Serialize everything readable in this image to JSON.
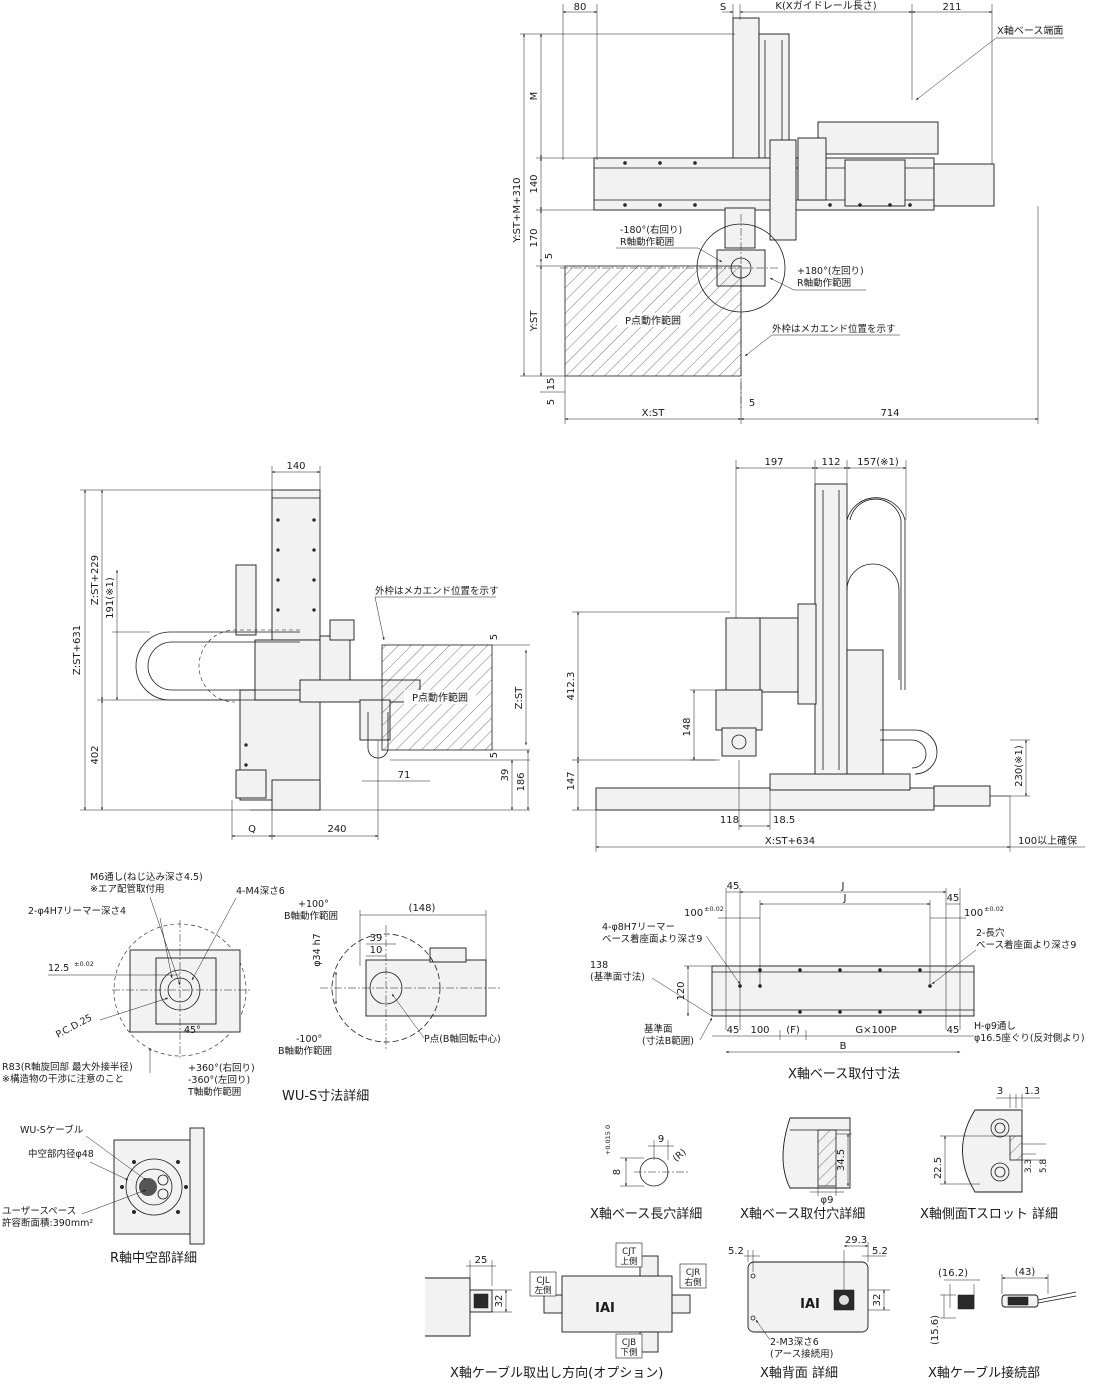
{
  "top_view": {
    "dims": {
      "d80": "80",
      "s": "S",
      "k": "K(Xガイドレール長さ)",
      "d211": "211",
      "m": "M",
      "d140": "140",
      "d170": "170",
      "d5a": "5",
      "yst": "Y:ST",
      "d15": "15",
      "d5b": "5",
      "xst": "X:ST",
      "d5c": "5",
      "d714": "714",
      "ystm": "Y:ST+M+310"
    },
    "notes": {
      "base_end": "X軸ベース端面",
      "r_minus_1": "-180°(右回り)",
      "r_minus_2": "R軸動作範囲",
      "r_plus_1": "+180°(左回り)",
      "r_plus_2": "R軸動作範囲",
      "p_range": "P点動作範囲",
      "mech_end": "外枠はメカエンド位置を示す"
    }
  },
  "front_view": {
    "dims": {
      "d140": "140",
      "zst229": "Z:ST+229",
      "d191": "191(※1)",
      "zst631": "Z:ST+631",
      "d402": "402",
      "d5a": "5",
      "zst": "Z:ST",
      "d5b": "5",
      "d71": "71",
      "d39": "39",
      "d186": "186",
      "q": "Q",
      "d240": "240"
    },
    "notes": {
      "mech_end": "外枠はメカエンド位置を示す",
      "p_range": "P点動作範囲"
    }
  },
  "side_view": {
    "dims": {
      "d197": "197",
      "d112": "112",
      "d157": "157(※1)",
      "d4123": "412.3",
      "d148": "148",
      "d147": "147",
      "d230": "230(※1)",
      "d118": "118",
      "d185": "18.5",
      "xst634": "X:ST+634",
      "d100": "100以上確保"
    }
  },
  "wus_detail": {
    "notes": {
      "m6_1": "M6通し(ねじ込み深さ4.5)",
      "m6_2": "※エア配管取付用",
      "m4": "4-M4深さ6",
      "reamer": "2-φ4H7リーマー深さ4",
      "d125": "12.5",
      "tol002": "±0.02",
      "pcd": "P.C.D.25",
      "ang45": "45°",
      "r83_1": "R83(R軸旋回部 最大外接半径)",
      "r83_2": "※構造物の干渉に注意のこと",
      "t1": "+360°(右回り)",
      "t2": "-360°(左回り)",
      "t3": "T軸動作範囲",
      "b_plus_1": "+100°",
      "b_plus_2": "B軸動作範囲",
      "b_minus_1": "-100°",
      "b_minus_2": "B軸動作範囲",
      "d148": "(148)",
      "d39": "39",
      "d10": "10",
      "phi34": "φ34 h7",
      "p_point": "P点(B軸回転中心)"
    },
    "caption": "WU-S寸法詳細"
  },
  "base_mount": {
    "notes": {
      "d45a": "45",
      "j1": "J",
      "d45b": "45",
      "j2": "J",
      "d100a": "100",
      "tol_a": "±0.02",
      "d100b": "100",
      "tol_b": "±0.02",
      "reamer_1": "4-φ8H7リーマー",
      "reamer_2": "ベース着座面より深さ9",
      "slot_1": "2-長穴",
      "slot_2": "ベース着座面より深さ9",
      "d138_1": "138",
      "d138_2": "(基準面寸法)",
      "d120": "120",
      "ref_1": "基準面",
      "ref_2": "(寸法B範囲)",
      "b45a": "45",
      "b100": "100",
      "bf": "(F)",
      "bg": "G×100P",
      "b45b": "45",
      "bb": "B",
      "hole_1": "H-φ9通し",
      "hole_2": "φ16.5座ぐり(反対側より)"
    },
    "caption": "X軸ベース取付寸法"
  },
  "r_hollow": {
    "notes": {
      "cable": "WU-Sケーブル",
      "bore": "中空部内径φ48",
      "space_1": "ユーザースペース",
      "space_2": "許容断面積:390mm²"
    },
    "caption": "R軸中空部詳細"
  },
  "slot_detail": {
    "notes": {
      "d8": "8",
      "tol": "+0.015 0",
      "d9": "9",
      "r": "(R)"
    },
    "caption": "X軸ベース長穴詳細"
  },
  "hole_detail": {
    "notes": {
      "d345": "34.5",
      "phi9": "φ9"
    },
    "caption": "X軸ベース取付穴詳細"
  },
  "tslot_detail": {
    "notes": {
      "d3": "3",
      "d13": "1.3",
      "d225": "22.5",
      "d33": "3.3",
      "d58": "5.8"
    },
    "caption": "X軸側面Tスロット 詳細"
  },
  "cable_dir": {
    "notes": {
      "d25": "25",
      "d32": "32",
      "cjt_1": "CJT",
      "cjt_2": "上側",
      "cjl_1": "CJL",
      "cjl_2": "左側",
      "cjr_1": "CJR",
      "cjr_2": "右側",
      "cjb_1": "CJB",
      "cjb_2": "下側"
    },
    "caption": "X軸ケーブル取出し方向(オプション)"
  },
  "back_detail": {
    "notes": {
      "d52a": "5.2",
      "d293": "29.3",
      "d52b": "5.2",
      "d32": "32",
      "m3_1": "2-M3深さ6",
      "m3_2": "(アース接続用)"
    },
    "caption": "X軸背面 詳細"
  },
  "cable_conn": {
    "notes": {
      "d162": "(16.2)",
      "d43": "(43)",
      "d156": "(15.6)"
    },
    "caption": "X軸ケーブル接続部"
  },
  "logo_text": "IAI"
}
